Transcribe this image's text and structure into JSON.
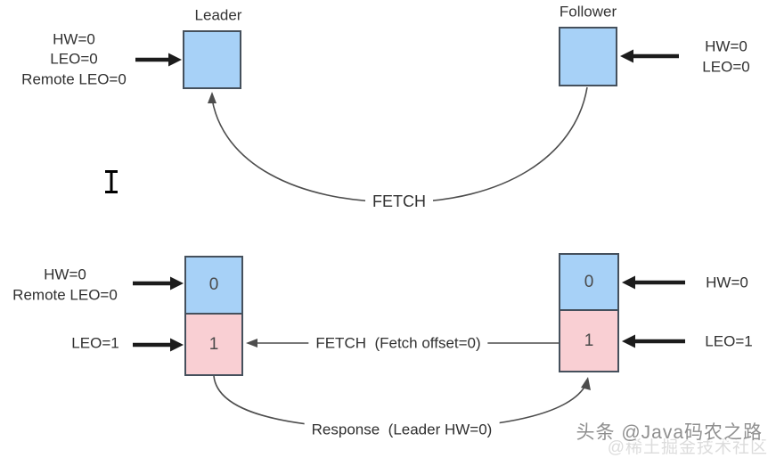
{
  "stage1": {
    "leader_title": "Leader",
    "follower_title": "Follower",
    "leader_side_labels": [
      "HW=0",
      "LEO=0",
      "Remote LEO=0"
    ],
    "follower_side_labels": [
      "HW=0",
      "LEO=0"
    ],
    "fetch_label": "FETCH"
  },
  "stage2": {
    "leader_cells": [
      "0",
      "1"
    ],
    "follower_cells": [
      "0",
      "1"
    ],
    "leader_left_labels": [
      "HW=0",
      "Remote LEO=0"
    ],
    "leader_leo_label": "LEO=1",
    "follower_hw_label": "HW=0",
    "follower_leo_label": "LEO=1",
    "fetch_label": "FETCH  (Fetch offset=0)",
    "response_label": "Response  (Leader HW=0)"
  },
  "watermark": {
    "primary": "头条 @Java码农之路",
    "secondary": "@稀土掘金技术社区"
  },
  "icons": {
    "cursor": "text-ibeam-cursor"
  },
  "colors": {
    "segment_blue": "#a7d1f7",
    "segment_pink": "#f9cfd3",
    "box_border": "#45505c",
    "line": "#4d4d4d",
    "arrow": "#1c1c1c"
  }
}
